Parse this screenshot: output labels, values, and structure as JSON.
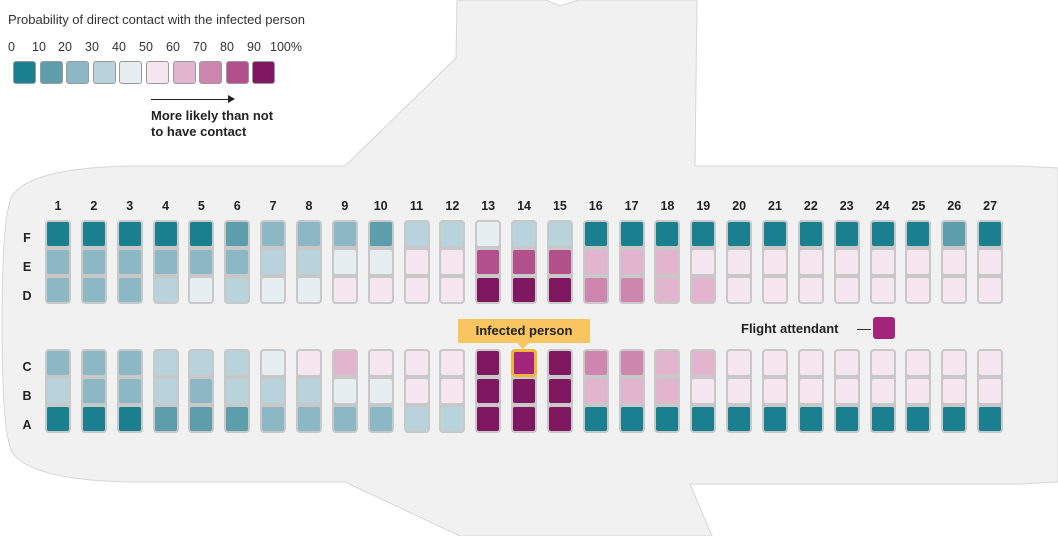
{
  "legend": {
    "title": "Probability of direct contact with the infected person",
    "ticks": [
      "0",
      "10",
      "20",
      "30",
      "40",
      "50",
      "60",
      "70",
      "80",
      "90",
      "100%"
    ],
    "colors": [
      "#1a7f8e",
      "#5e9dab",
      "#8bb8c4",
      "#b9d3dc",
      "#e6eef2",
      "#f6e6ef",
      "#e3b4cd",
      "#cd87af",
      "#b2508c",
      "#801861"
    ],
    "arrow_label": [
      "More likely than not",
      "to have contact"
    ]
  },
  "columns": [
    "1",
    "2",
    "3",
    "4",
    "5",
    "6",
    "7",
    "8",
    "9",
    "10",
    "11",
    "12",
    "13",
    "14",
    "15",
    "16",
    "17",
    "18",
    "19",
    "20",
    "21",
    "22",
    "23",
    "24",
    "25",
    "26",
    "27"
  ],
  "rows": {
    "F": [
      0,
      0,
      0,
      0,
      0,
      1,
      2,
      2,
      2,
      1,
      3,
      3,
      4,
      3,
      3,
      0,
      0,
      0,
      0,
      0,
      0,
      0,
      0,
      0,
      0,
      1,
      0
    ],
    "E": [
      2,
      2,
      2,
      2,
      2,
      2,
      3,
      3,
      4,
      4,
      5,
      5,
      8,
      8,
      8,
      6,
      6,
      6,
      5,
      5,
      5,
      5,
      5,
      5,
      5,
      5,
      5
    ],
    "D": [
      2,
      2,
      2,
      3,
      4,
      3,
      4,
      4,
      5,
      5,
      5,
      5,
      9,
      9,
      9,
      7,
      7,
      6,
      6,
      5,
      5,
      5,
      5,
      5,
      5,
      5,
      5
    ],
    "C": [
      2,
      2,
      2,
      3,
      3,
      3,
      4,
      5,
      6,
      5,
      5,
      5,
      9,
      9,
      9,
      7,
      7,
      6,
      6,
      5,
      5,
      5,
      5,
      5,
      5,
      5,
      5
    ],
    "B": [
      3,
      2,
      2,
      3,
      2,
      3,
      3,
      3,
      4,
      4,
      5,
      5,
      9,
      9,
      9,
      6,
      6,
      6,
      5,
      5,
      5,
      5,
      5,
      5,
      5,
      5,
      5
    ],
    "A": [
      0,
      0,
      0,
      1,
      1,
      1,
      2,
      2,
      2,
      2,
      3,
      3,
      9,
      9,
      9,
      0,
      0,
      0,
      0,
      0,
      0,
      0,
      0,
      0,
      0,
      0,
      0
    ]
  },
  "row_labels": {
    "F": "F",
    "E": "E",
    "D": "D",
    "C": "C",
    "B": "B",
    "A": "A"
  },
  "infected": {
    "label": "Infected person",
    "row": "C",
    "column": 14,
    "border_color": "#f3b43a",
    "label_bg": "#f9c560"
  },
  "flight_attendant": {
    "label": "Flight attendant",
    "color": "#a3257b"
  },
  "plane_color": "#f1f1f1"
}
